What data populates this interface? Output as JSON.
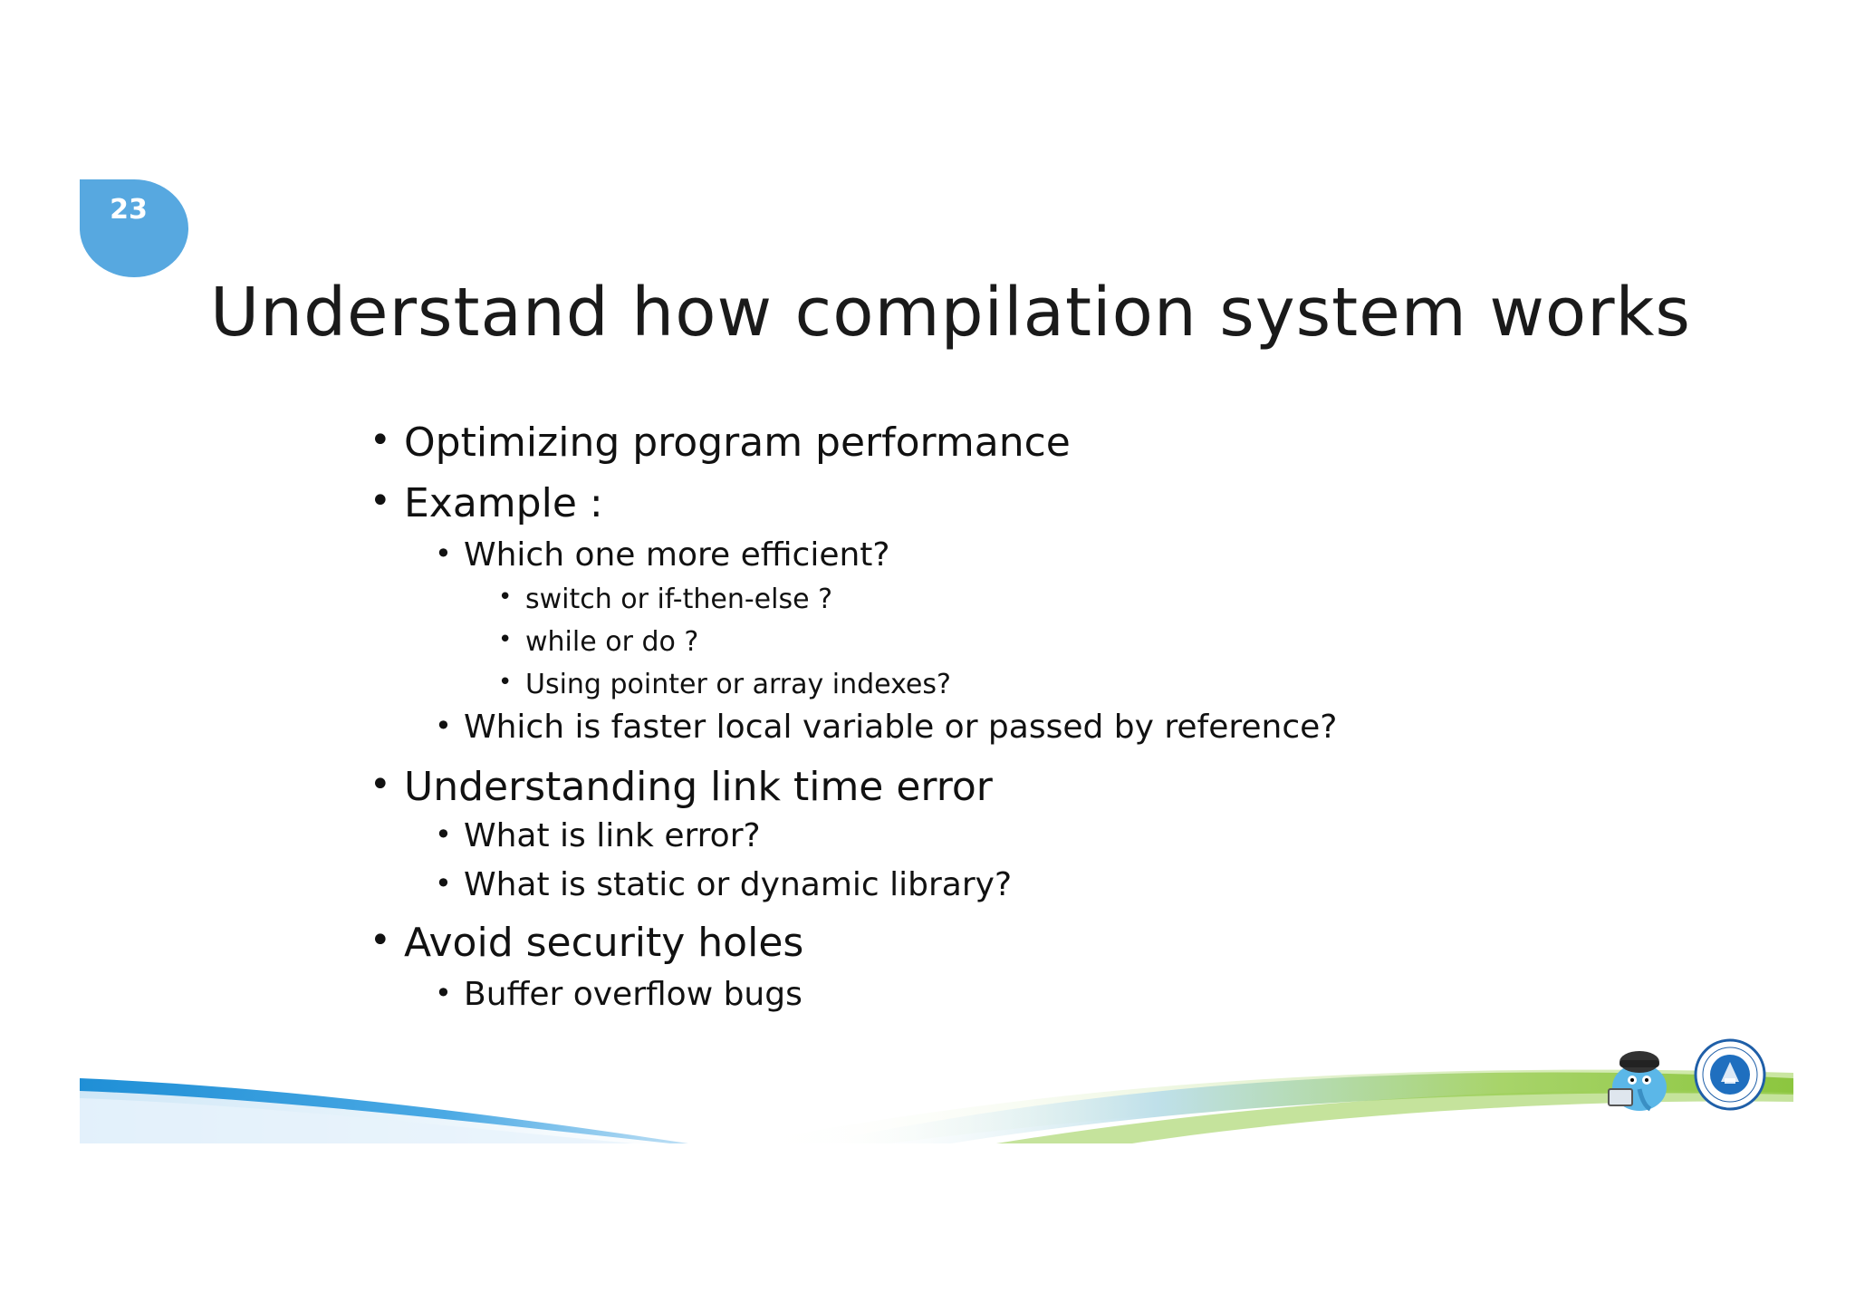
{
  "slide": {
    "number": "23",
    "title": "Understand how compilation system works",
    "accent_color": "#57a8e0",
    "bullets": [
      {
        "level": 1,
        "text": "Optimizing program performance"
      },
      {
        "level": 1,
        "text": "Example :"
      },
      {
        "level": 2,
        "text": "Which one more efficient?"
      },
      {
        "level": 3,
        "text": "switch or if-then-else ?"
      },
      {
        "level": 3,
        "text": "while or do ?"
      },
      {
        "level": 3,
        "text": "Using pointer or array indexes?"
      },
      {
        "level": 2,
        "text": "Which is faster local variable or passed by reference?"
      },
      {
        "level": 1,
        "text": "Understanding link time error"
      },
      {
        "level": 2,
        "text": "What is link error?"
      },
      {
        "level": 2,
        "text": "What is static or dynamic library?"
      },
      {
        "level": 1,
        "text": "Avoid security holes"
      },
      {
        "level": 2,
        "text": "Buffer overflow bugs"
      }
    ]
  },
  "footer": {
    "logos": [
      "mascot-logo",
      "institution-seal-logo"
    ],
    "colors": {
      "blue": "#1f8fd6",
      "green": "#8cc63f"
    }
  }
}
